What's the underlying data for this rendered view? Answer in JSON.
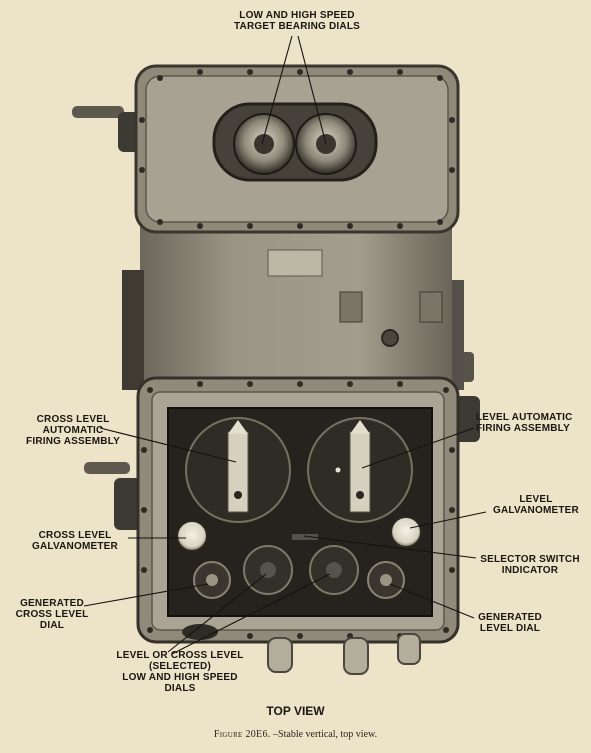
{
  "labels": {
    "target_dials": [
      "LOW AND HIGH SPEED",
      "TARGET BEARING DIALS"
    ],
    "cross_level_firing": [
      "CROSS LEVEL",
      "AUTOMATIC",
      "FIRING ASSEMBLY"
    ],
    "level_firing": [
      "LEVEL AUTOMATIC",
      "FIRING ASSEMBLY"
    ],
    "level_galvanometer": [
      "LEVEL",
      "GALVANOMETER"
    ],
    "cross_level_galvanometer": [
      "CROSS LEVEL",
      "GALVANOMETER"
    ],
    "selector_switch": [
      "SELECTOR SWITCH",
      "INDICATOR"
    ],
    "generated_cross_level_dial": [
      "GENERATED",
      "CROSS LEVEL",
      "DIAL"
    ],
    "generated_level_dial": [
      "GENERATED",
      "LEVEL DIAL"
    ],
    "selected_dials": [
      "LEVEL OR CROSS LEVEL",
      "(SELECTED)",
      "LOW AND HIGH SPEED",
      "DIALS"
    ]
  },
  "view_title": "TOP VIEW",
  "caption": {
    "figure": "Figure 20E6.",
    "text": "–Stable vertical, top view."
  }
}
